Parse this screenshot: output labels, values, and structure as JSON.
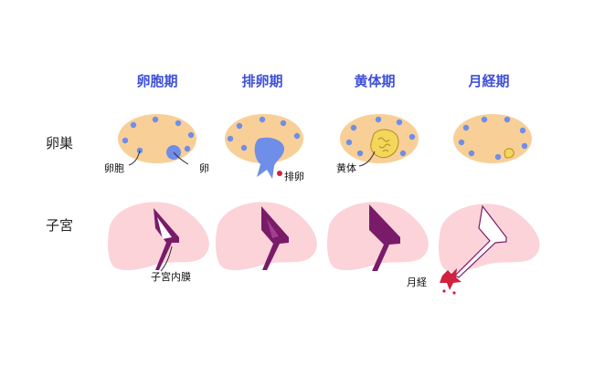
{
  "phases": [
    "卵胞期",
    "排卵期",
    "黄体期",
    "月経期"
  ],
  "rows": {
    "ovary": "卵巣",
    "uterus": "子宮"
  },
  "annotations": {
    "follicle": "卵胞",
    "egg": "卵",
    "ovulation": "排卵",
    "corpus_luteum": "黄体",
    "endometrium": "子宮内膜",
    "menstruation": "月経"
  },
  "colors": {
    "ovary": "#f9cf98",
    "follicle": "#6f8ee8",
    "uterus": "#fbd3d8",
    "endometrium": "#7a1b6a",
    "corpus_luteum": "#f3d65c",
    "blood": "#d0213e",
    "phase_text": "#3f50d8"
  }
}
